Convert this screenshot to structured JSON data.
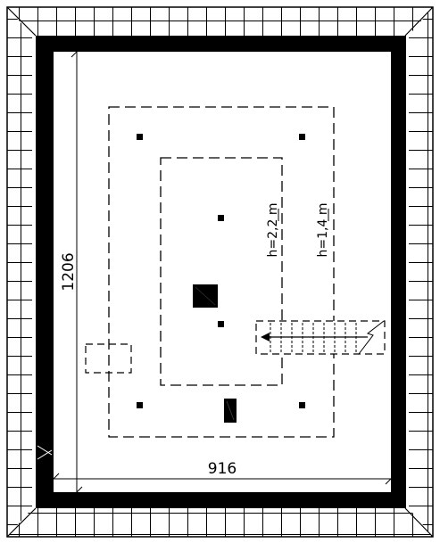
{
  "drawing": {
    "dimension_height": "1206",
    "dimension_width": "916",
    "height_inner": "h=2,2  m",
    "height_outer": "h=1,4  m"
  }
}
